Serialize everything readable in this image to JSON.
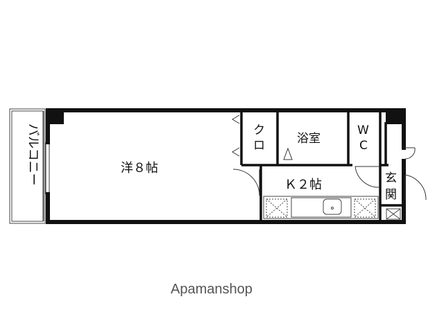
{
  "floorplan": {
    "rooms": {
      "balcony": "バルコニー",
      "western_room": "洋８帖",
      "closet_line1": "ク",
      "closet_line2": "ロ",
      "bathroom": "浴室",
      "toilet_line1": "W",
      "toilet_line2": "C",
      "kitchen": "Ｋ２帖",
      "entrance_line1": "玄",
      "entrance_line2": "関"
    },
    "watermark": "Apamanshop"
  }
}
